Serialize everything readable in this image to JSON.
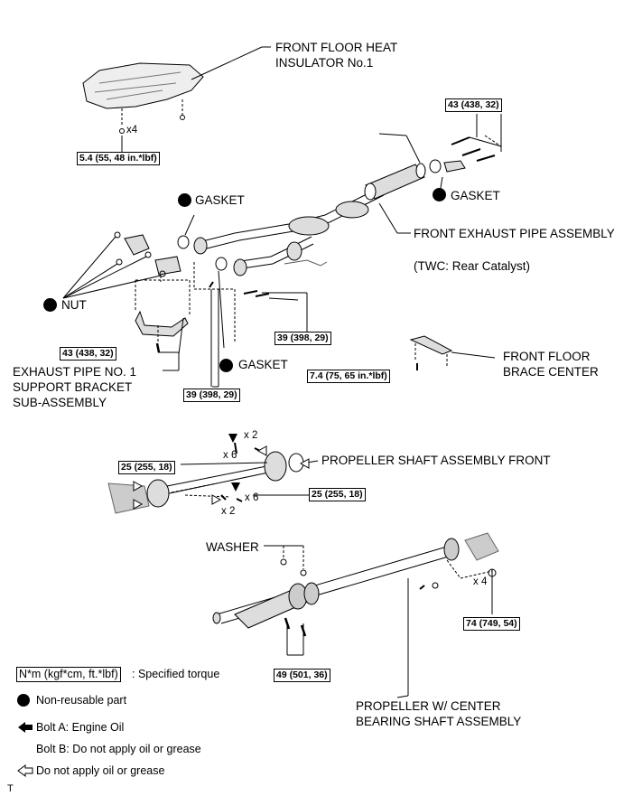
{
  "labels": {
    "heat_insulator": "FRONT FLOOR HEAT\nINSULATOR No.1",
    "gasket_top": "GASKET",
    "gasket_right": "GASKET",
    "gasket_bottom": "GASKET",
    "front_exhaust": "FRONT EXHAUST PIPE ASSEMBLY",
    "twc": "(TWC: Rear Catalyst)",
    "nut": "NUT",
    "bracket": "EXHAUST PIPE NO. 1\nSUPPORT BRACKET\nSUB-ASSEMBLY",
    "brace": "FRONT FLOOR\nBRACE CENTER",
    "prop_front": "PROPELLER SHAFT ASSEMBLY FRONT",
    "washer": "WASHER",
    "prop_center": "PROPELLER W/ CENTER\nBEARING SHAFT ASSEMBLY"
  },
  "torques": {
    "t1": "5.4 (55, 48 in.*lbf)",
    "t2": "43 (438, 32)",
    "t3": "43 (438, 32)",
    "t4": "39 (398, 29)",
    "t5": "39 (398, 29)",
    "t6": "7.4 (75, 65  in.*lbf)",
    "t7": "25 (255, 18)",
    "t8": "25 (255, 18)",
    "t9": "74 (749, 54)",
    "t10": "49 (501, 36)"
  },
  "multipliers": {
    "m1": "x4",
    "m2": "x 2",
    "m3": "x 6",
    "m4": "x 6",
    "m5": "x 2",
    "m6": "x 4"
  },
  "legend": {
    "torque_box": "N*m (kgf*cm, ft.*lbf)",
    "torque_text": ": Specified torque",
    "non_reusable": "Non-reusable part",
    "bolt_a": "Bolt A: Engine Oil",
    "bolt_b": "Bolt B: Do not apply oil or grease",
    "no_oil": "Do not apply oil or grease",
    "corner_mark": "T"
  }
}
